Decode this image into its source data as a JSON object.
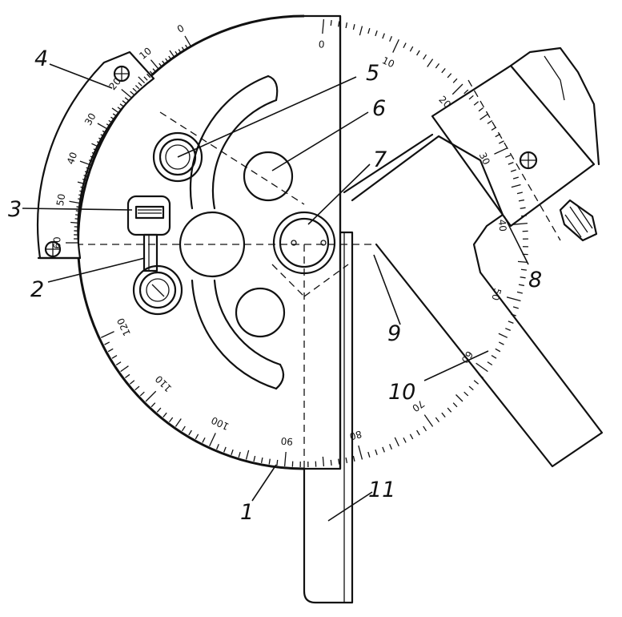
{
  "callouts": [
    {
      "id": "1",
      "label": "1"
    },
    {
      "id": "2",
      "label": "2"
    },
    {
      "id": "3",
      "label": "3"
    },
    {
      "id": "4",
      "label": "4"
    },
    {
      "id": "5",
      "label": "5"
    },
    {
      "id": "6",
      "label": "6"
    },
    {
      "id": "7",
      "label": "7"
    },
    {
      "id": "8",
      "label": "8"
    },
    {
      "id": "9",
      "label": "9"
    },
    {
      "id": "10",
      "label": "10"
    },
    {
      "id": "11",
      "label": "11"
    }
  ],
  "main_scale": [
    "0",
    "10",
    "20",
    "30",
    "40",
    "50",
    "60",
    "70",
    "80",
    "90",
    "100",
    "110",
    "120"
  ],
  "vernier_scale": [
    "0",
    "10",
    "20",
    "30",
    "40",
    "50",
    "60"
  ]
}
